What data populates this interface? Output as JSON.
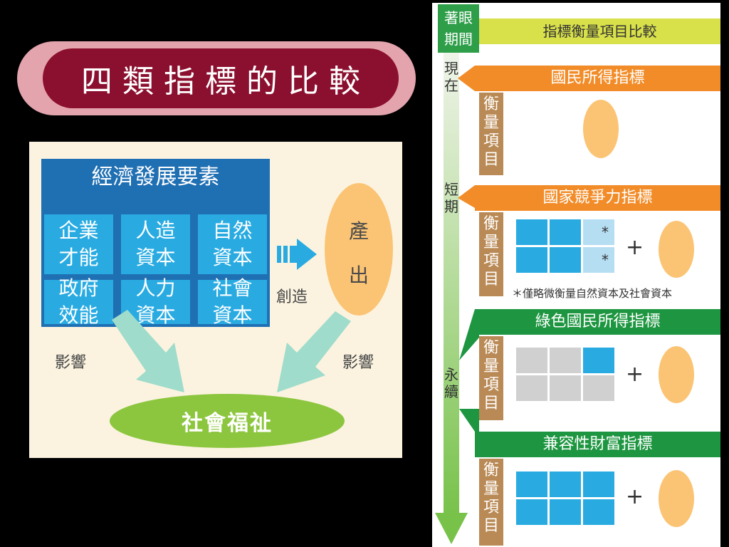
{
  "title": "四類指標的比較",
  "left_diagram": {
    "heading": "經濟發展要素",
    "factors": [
      {
        "line1": "企業",
        "line2": "才能"
      },
      {
        "line1": "人造",
        "line2": "資本"
      },
      {
        "line1": "自然",
        "line2": "資本"
      },
      {
        "line1": "政府",
        "line2": "效能"
      },
      {
        "line1": "人力",
        "line2": "資本"
      },
      {
        "line1": "社會",
        "line2": "資本"
      }
    ],
    "create_label": "創造",
    "output_line1": "產",
    "output_line2": "出",
    "influence_left": "影響",
    "influence_right": "影響",
    "welfare": "社會福祉"
  },
  "right_panel": {
    "focus_line1": "著眼",
    "focus_line2": "期間",
    "header": "指標衡量項目比較",
    "time_labels": {
      "now": [
        "現",
        "在"
      ],
      "short": [
        "短",
        "期"
      ],
      "sustain": [
        "永",
        "續"
      ]
    },
    "measure_label": [
      "衡",
      "量",
      "項",
      "目"
    ],
    "sections": [
      {
        "title": "國民所得指標"
      },
      {
        "title": "國家競爭力指標"
      },
      {
        "title": "綠色國民所得指標"
      },
      {
        "title": "兼容性財富指標"
      }
    ],
    "star": "*",
    "plus": "+",
    "note": "＊僅略微衡量自然資本及社會資本"
  },
  "colors": {
    "title_bg": "#8b0f2e",
    "blue": "#29abe2",
    "dark_blue": "#1f6fb3",
    "output": "#fbc474",
    "welfare": "#8cc63e",
    "orange": "#f28c28",
    "green": "#1e9641",
    "header": "#d8e04a"
  }
}
